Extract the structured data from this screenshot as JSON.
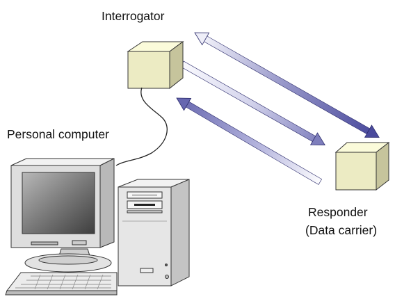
{
  "labels": {
    "interrogator": "Interrogator",
    "personal_computer": "Personal computer",
    "responder_line1": "Responder",
    "responder_line2": "(Data carrier)"
  }
}
